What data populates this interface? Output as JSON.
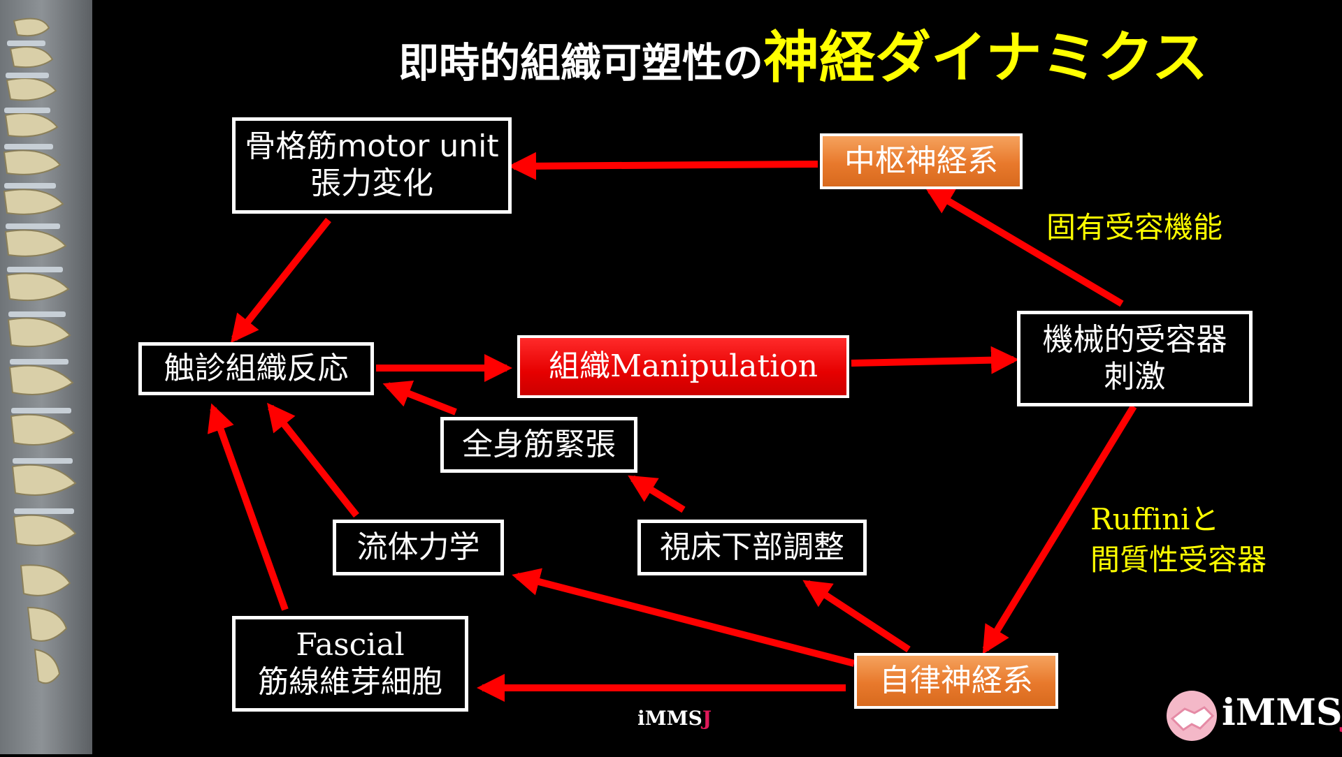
{
  "title": {
    "part1": "即時的組織可塑性の",
    "part2": "神経ダイナミクス"
  },
  "colors": {
    "arrow": "#ff0000",
    "highlight_text": "#ffff00",
    "orange_box": "#e8792c",
    "red_box": "#e60000",
    "brand_j": "#e0195a"
  },
  "nodes": {
    "motor_unit": {
      "line1": "骨格筋motor unit",
      "line2": "張力変化"
    },
    "cns": "中枢神経系",
    "palpation": "触診組織反応",
    "manipulation": "組織Manipulation",
    "mechanoreceptor": {
      "line1": "機械的受容器",
      "line2": "刺激"
    },
    "whole_body_tone": "全身筋緊張",
    "fluid_dynamics": "流体力学",
    "hypothalamus": "視床下部調整",
    "fascial": {
      "line1": "Fascial",
      "line2": "筋線維芽細胞"
    },
    "ans": "自律神経系"
  },
  "labels": {
    "proprioception": "固有受容機能",
    "ruffini": {
      "line1": "Ruffiniと",
      "line2": "間質性受容器"
    }
  },
  "branding": {
    "center_mark": {
      "i": "i",
      "mms": "MMS",
      "j": "J"
    },
    "corner_mark": {
      "i": "i",
      "mms": "MMS",
      "j": "J"
    },
    "handshake_icon": "handshake-icon"
  }
}
